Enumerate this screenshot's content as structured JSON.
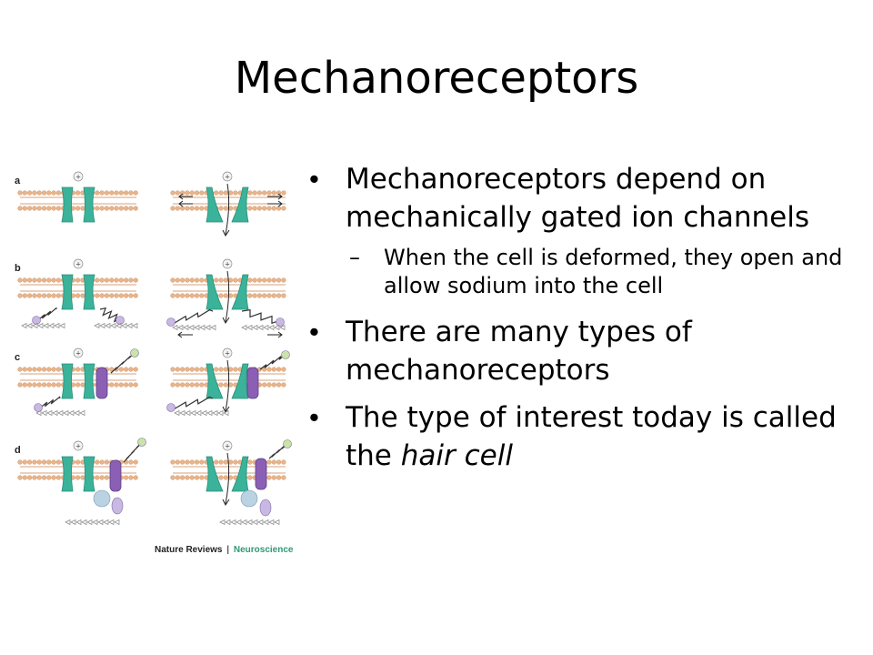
{
  "slide": {
    "title": "Mechanoreceptors"
  },
  "figure": {
    "panel_labels": [
      "a",
      "b",
      "c",
      "d"
    ],
    "charge_symbol": "+",
    "credit_publisher": "Nature Reviews",
    "credit_separator": "|",
    "credit_journal": "Neuroscience",
    "colors": {
      "channel": "#3bb29a",
      "membrane_head": "#e8b48a",
      "purple_protein": "#8a5fb4",
      "blue_protein": "#b9d3e3",
      "tether_end": "#c9b8e4",
      "accent_green": "#c9e4a4"
    }
  },
  "bullets": [
    {
      "text": "Mechanoreceptors depend on mechanically gated ion channels"
    },
    {
      "text": "When the cell is deformed, they open and allow sodium into the cell"
    },
    {
      "text": "There are many types of mechanoreceptors"
    },
    {
      "prefix": "The type of interest today is called the ",
      "emph": "hair cell"
    }
  ]
}
